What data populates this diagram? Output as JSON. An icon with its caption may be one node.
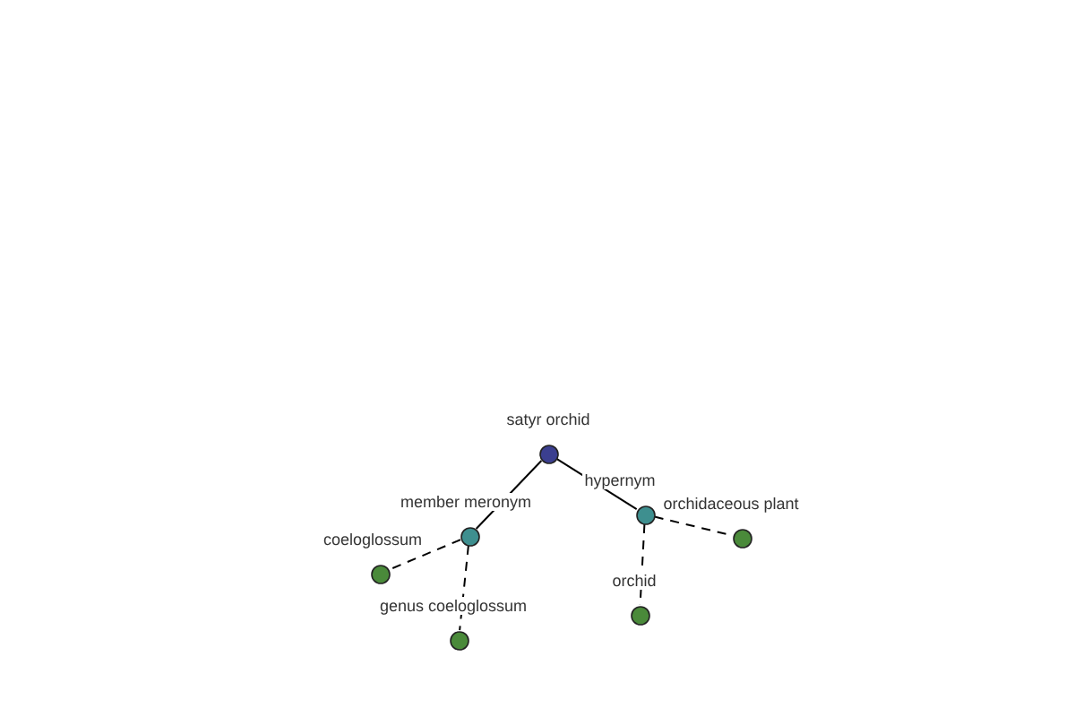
{
  "diagram": {
    "nodes": [
      {
        "text": [
          "satyr orchid"
        ]
      },
      {
        "text": [
          "member meronym"
        ]
      },
      {
        "text": [
          "hypernym"
        ]
      },
      {
        "text": [
          "coeloglossum"
        ]
      },
      {
        "text": [
          "genus coeloglossum"
        ]
      },
      {
        "text": [
          "orchid"
        ]
      },
      {
        "text": [
          "orchidaceous plant"
        ]
      }
    ],
    "edges": [
      {
        "from": 0,
        "to": 1,
        "arrow": "none"
      },
      {
        "from": 0,
        "to": 2,
        "arrow": "none"
      },
      {
        "from": 1,
        "to": 3,
        "arrow": "none",
        "style": "dashed"
      },
      {
        "from": 1,
        "to": 4,
        "arrow": "none",
        "style": "dashed"
      },
      {
        "from": 2,
        "to": 5,
        "arrow": "none",
        "style": "dashed"
      },
      {
        "from": 2,
        "to": 6,
        "arrow": "none",
        "style": "dashed"
      }
    ]
  }
}
